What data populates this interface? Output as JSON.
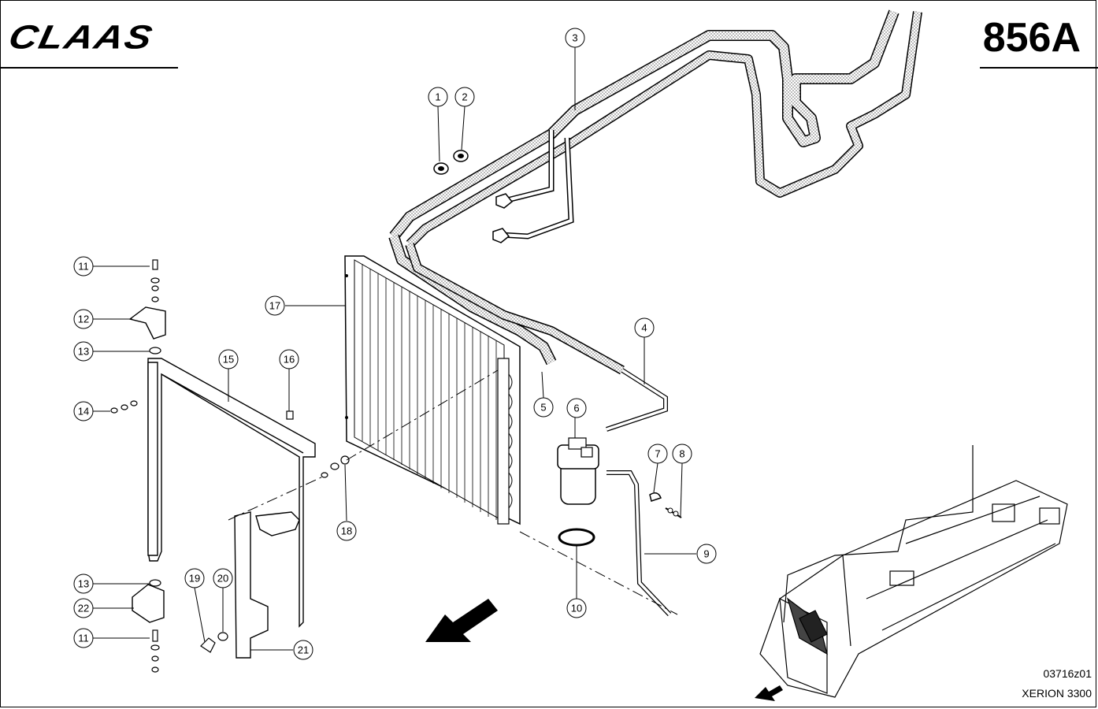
{
  "header": {
    "brand": "CLAAS",
    "page_number": "856A"
  },
  "footer": {
    "drawing_id": "03716z01",
    "model": "XERION 3300"
  },
  "callouts": [
    "1",
    "2",
    "3",
    "4",
    "5",
    "6",
    "7",
    "8",
    "9",
    "10",
    "11",
    "12",
    "13",
    "14",
    "15",
    "16",
    "17",
    "18",
    "19",
    "20",
    "21",
    "22",
    "11",
    "13"
  ]
}
